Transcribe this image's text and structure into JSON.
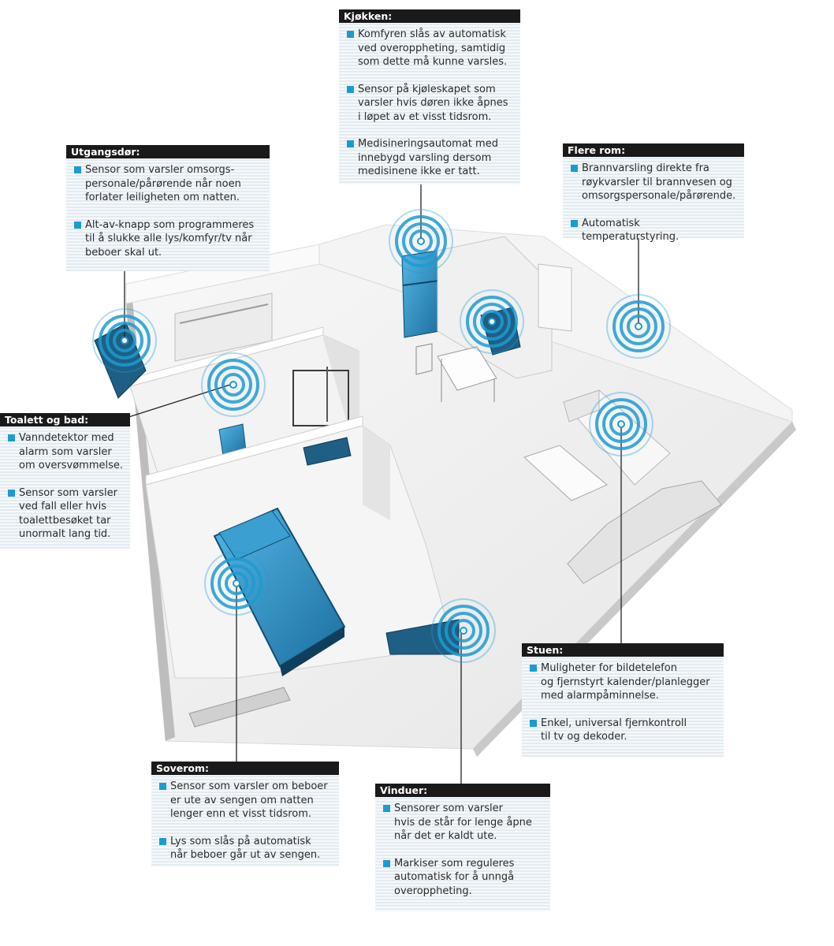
{
  "colors": {
    "accent": "#1c9bd1",
    "title_bg": "#1a1a1a",
    "wall": "#ffffff",
    "floor": "#f0f0f0",
    "device": "#2a8fc7"
  },
  "callouts": [
    {
      "id": "kjokken",
      "title": "Kjøkken:",
      "items": [
        "Komfyren slås av automatisk\nved overoppheting, samtidig\nsom dette må kunne varsles.",
        "Sensor på kjøleskapet som\nvarsler hvis døren ikke åpnes\ni løpet av et visst tidsrom.",
        "Medisineringsautomat med\ninnebygd varsling dersom\nmedisinene ikke er tatt."
      ]
    },
    {
      "id": "utgangsdor",
      "title": "Utgangsdør:",
      "items": [
        "Sensor som varsler omsorgs-\npersonale/pårørende når noen\nforlater leiligheten om natten.",
        "Alt-av-knapp som programmeres\ntil å slukke alle lys/komfyr/tv når\nbeboer skal ut."
      ]
    },
    {
      "id": "flere-rom",
      "title": "Flere rom:",
      "items": [
        "Brannvarsling direkte fra\nrøykvarsler til brannvesen og\nomsorgspersonale/pårørende.",
        "Automatisk temperaturstyring."
      ]
    },
    {
      "id": "toalett",
      "title": "Toalett og bad:",
      "items": [
        "Vanndetektor med\nalarm som varsler\nom oversvømmelse.",
        "Sensor som varsler\nved fall eller hvis\ntoalettbesøket tar\nunormalt lang tid."
      ]
    },
    {
      "id": "stuen",
      "title": "Stuen:",
      "items": [
        "Muligheter for bildetelefon\nog fjernstyrt kalender/planlegger\nmed alarmpåminnelse.",
        "Enkel, universal fjernkontroll\ntil tv og dekoder."
      ]
    },
    {
      "id": "soverom",
      "title": "Soverom:",
      "items": [
        "Sensor som varsler om beboer\ner ute av sengen om natten\nlenger enn et visst tidsrom.",
        "Lys som slås på automatisk\nnår beboer går ut av sengen."
      ]
    },
    {
      "id": "vinduer",
      "title": "Vinduer:",
      "items": [
        "Sensorer som varsler\nhvis de står for lenge åpne\nnår det er kaldt ute.",
        "Markiser som reguleres\nautomatisk for å unngå\noveroppheting."
      ]
    }
  ]
}
